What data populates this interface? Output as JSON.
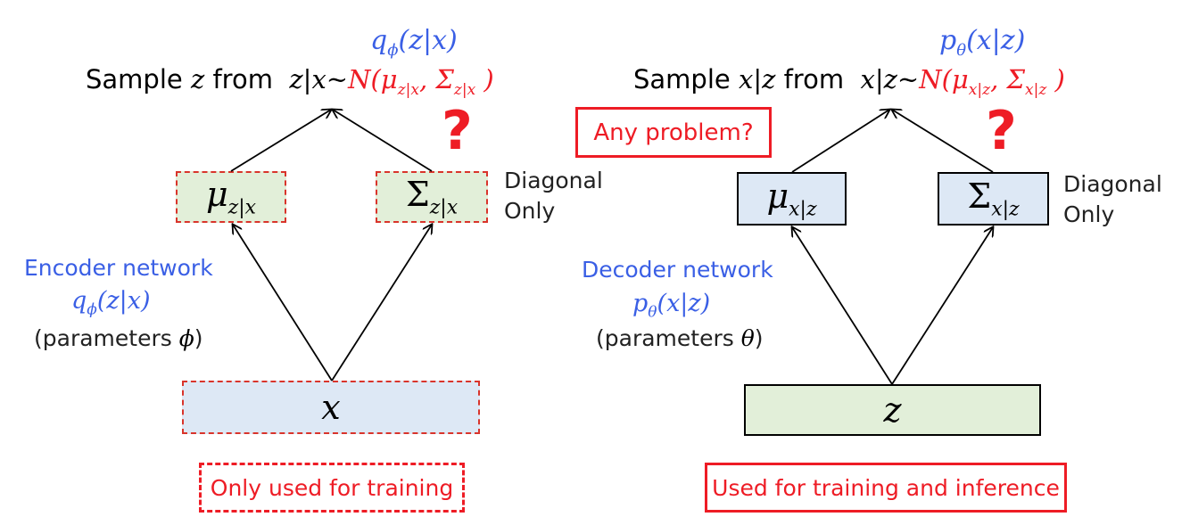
{
  "left": {
    "posterior": "q_ϕ(z|x)",
    "sample_prefix": "Sample ",
    "sample_var": "z",
    "sample_mid": " from  ",
    "sample_cond": "z|x~",
    "sample_dist": "N(μ_z|x, Σ_z|x )",
    "mu": "μ_z|x",
    "sigma": "Σ_z|x",
    "diag_line1": "Diagonal",
    "diag_line2": "Only",
    "network": "Encoder network",
    "network_fn": "q_ϕ(z|x)",
    "params": "(parameters ϕ)",
    "input": "x",
    "note": "Only used for training"
  },
  "right": {
    "posterior": "p_θ(x|z)",
    "sample_prefix": "Sample ",
    "sample_var": "x|z",
    "sample_mid": " from  ",
    "sample_cond": "x|z~",
    "sample_dist": "N(μ_x|z, Σ_x|z )",
    "mu": "μ_x|z",
    "sigma": "Σ_x|z",
    "diag_line1": "Diagonal",
    "diag_line2": "Only",
    "network": "Decoder network",
    "network_fn": "p_θ(x|z)",
    "params": "(parameters θ)",
    "input": "z",
    "note": "Used for training and inference"
  },
  "question": "Any problem?",
  "question_mark": "?",
  "colors": {
    "blue": "#3a5fe5",
    "red": "#ee1c25",
    "green_fill": "#e2efd9",
    "blue_fill": "#dde8f5"
  }
}
